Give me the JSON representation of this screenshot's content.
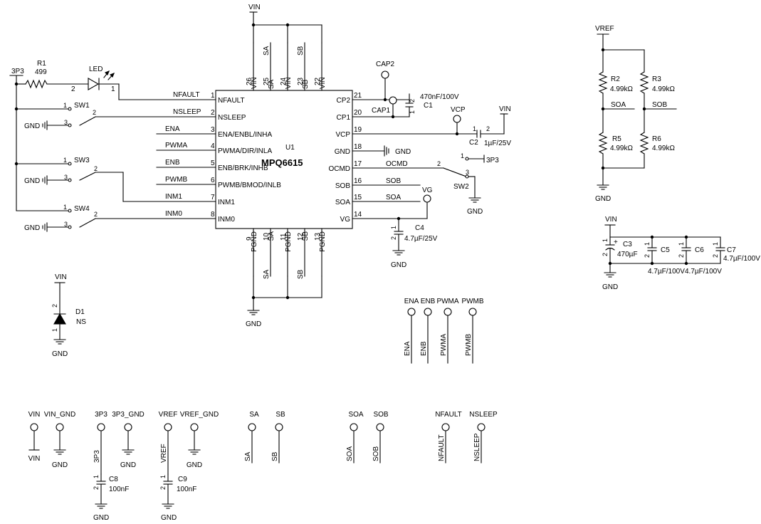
{
  "colors": {
    "background": "#ffffff",
    "ink": "#000000"
  },
  "chip": {
    "name": "MPQ6615",
    "ref": "U1",
    "left_pins": [
      {
        "num": "1",
        "name": "NFAULT",
        "net": "NFAULT"
      },
      {
        "num": "2",
        "name": "NSLEEP",
        "net": "NSLEEP"
      },
      {
        "num": "3",
        "name": "ENA/ENBL/INHA",
        "net": "ENA"
      },
      {
        "num": "4",
        "name": "PWMA/DIR/INLA",
        "net": "PWMA"
      },
      {
        "num": "5",
        "name": "ENB/BRK/INHB",
        "net": "ENB"
      },
      {
        "num": "6",
        "name": "PWMB/BMOD/INLB",
        "net": "PWMB"
      },
      {
        "num": "7",
        "name": "INM1",
        "net": "INM1"
      },
      {
        "num": "8",
        "name": "INM0",
        "net": "INM0"
      }
    ],
    "right_pins": [
      {
        "num": "21",
        "name": "CP2"
      },
      {
        "num": "20",
        "name": "CP1"
      },
      {
        "num": "19",
        "name": "VCP"
      },
      {
        "num": "18",
        "name": "GND"
      },
      {
        "num": "17",
        "name": "OCMD",
        "net": "OCMD"
      },
      {
        "num": "16",
        "name": "SOB",
        "net": "SOB"
      },
      {
        "num": "15",
        "name": "SOA",
        "net": "SOA"
      },
      {
        "num": "14",
        "name": "VG"
      }
    ],
    "top_pins": [
      {
        "num": "26",
        "name": "VIN"
      },
      {
        "num": "25",
        "name": "SA",
        "net": "SA"
      },
      {
        "num": "24",
        "name": "VIN"
      },
      {
        "num": "23",
        "name": "SB",
        "net": "SB"
      },
      {
        "num": "22",
        "name": "VIN"
      }
    ],
    "bottom_pins": [
      {
        "num": "9",
        "name": "PGND"
      },
      {
        "num": "10",
        "name": "SA",
        "net": "SA"
      },
      {
        "num": "11",
        "name": "PGND"
      },
      {
        "num": "12",
        "name": "SB",
        "net": "SB"
      },
      {
        "num": "13",
        "name": "PGND"
      }
    ]
  },
  "labels": {
    "vin": "VIN",
    "vref": "VREF",
    "gnd": "GND",
    "n3p3": "3P3",
    "r1": "R1",
    "r1_val": "499",
    "led": "LED",
    "led_p2": "2",
    "led_p1": "1",
    "sw1": "SW1",
    "sw2": "SW2",
    "sw3": "SW3",
    "sw4": "SW4",
    "p1": "1",
    "p2": "2",
    "p3": "3",
    "cap1": "CAP1",
    "cap2": "CAP2",
    "c1": "C1",
    "c1_val": "470nF/100V",
    "vcp": "VCP",
    "c2": "C2",
    "c2_val": "1µF/25V",
    "vg": "VG",
    "c4": "C4",
    "c4_val": "4.7µF/25V",
    "r2": "R2",
    "r2_val": "4.99kΩ",
    "r3": "R3",
    "r3_val": "4.99kΩ",
    "r5": "R5",
    "r5_val": "4.99kΩ",
    "r6": "R6",
    "r6_val": "4.99kΩ",
    "soa": "SOA",
    "sob": "SOB",
    "c3": "C3",
    "c3_val": "470µF",
    "c5": "C5",
    "c6": "C6",
    "c7": "C7",
    "c5_val": "4.7µF/100V",
    "c6_val": "4.7µF/100V",
    "c7_val": "4.7µF/100V",
    "d1": "D1",
    "d1_val": "NS",
    "c8": "C8",
    "c8_val": "100nF",
    "c9": "C9",
    "c9_val": "100nF"
  },
  "test_points_top": [
    {
      "label": "ENA"
    },
    {
      "label": "ENB"
    },
    {
      "label": "PWMA"
    },
    {
      "label": "PWMB"
    }
  ],
  "test_points_bottom": [
    {
      "label": "VIN",
      "net": "VIN"
    },
    {
      "label": "VIN_GND",
      "net": "GND"
    },
    {
      "label": "3P3",
      "net": "3P3"
    },
    {
      "label": "3P3_GND",
      "net": "GND"
    },
    {
      "label": "VREF",
      "net": "VREF"
    },
    {
      "label": "VREF_GND",
      "net": "GND"
    },
    {
      "label": "SA",
      "net": "SA"
    },
    {
      "label": "SB",
      "net": "SB"
    },
    {
      "label": "SOA",
      "net": "SOA"
    },
    {
      "label": "SOB",
      "net": "SOB"
    },
    {
      "label": "NFAULT",
      "net": "NFAULT"
    },
    {
      "label": "NSLEEP",
      "net": "NSLEEP"
    }
  ]
}
